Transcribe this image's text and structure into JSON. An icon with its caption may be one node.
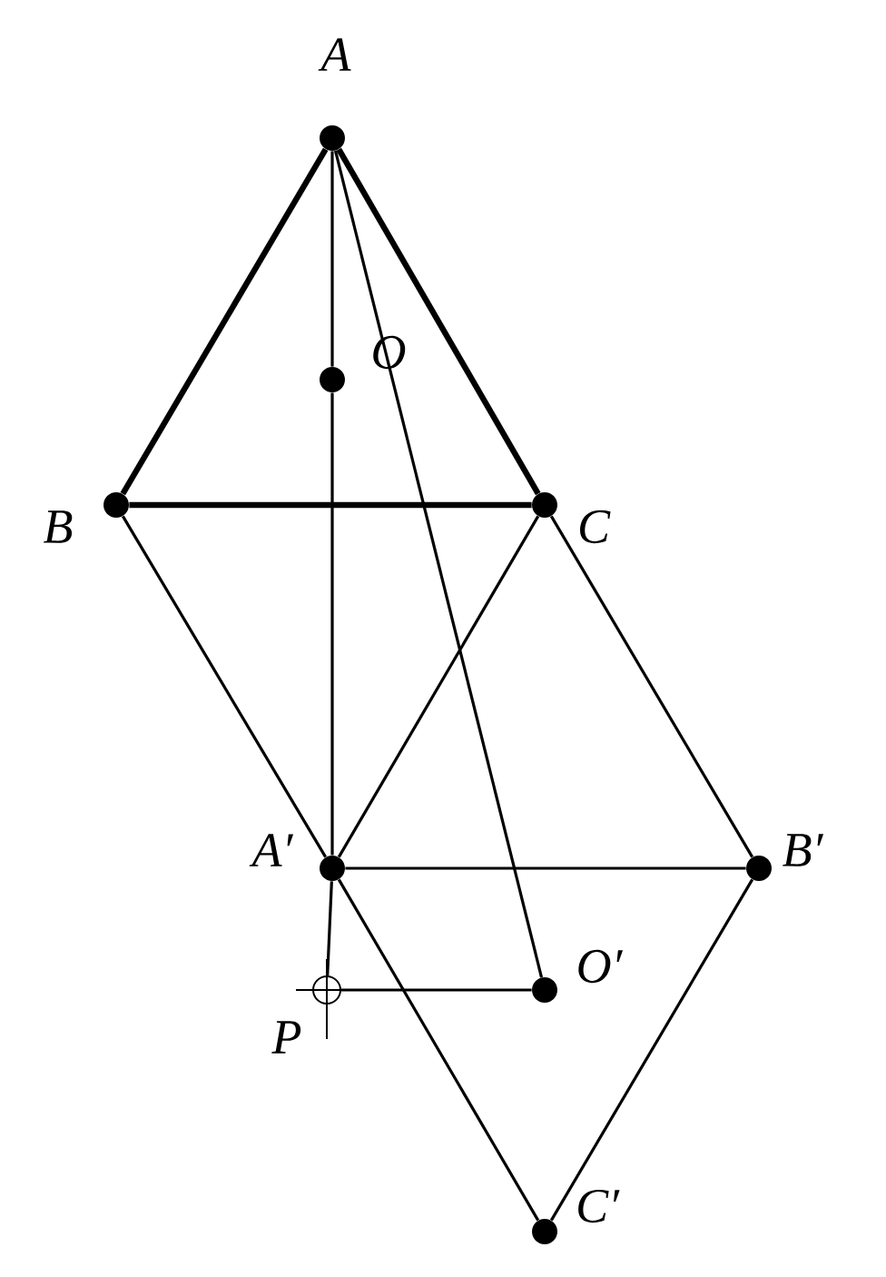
{
  "diagram": {
    "nodes": [
      {
        "text": [
          "A"
        ]
      },
      {
        "text": [
          "O"
        ]
      },
      {
        "text": [
          "B"
        ]
      },
      {
        "text": [
          "C"
        ]
      },
      {
        "text": [
          "A′"
        ]
      },
      {
        "text": [
          "B′"
        ]
      },
      {
        "text": [
          "P"
        ]
      },
      {
        "text": [
          "O′"
        ]
      },
      {
        "text": [
          "C′"
        ]
      }
    ],
    "edges": [
      {
        "from": 0,
        "to": 2,
        "arrow": "none",
        "style": "thick"
      },
      {
        "from": 0,
        "to": 3,
        "arrow": "none",
        "style": "thick"
      },
      {
        "from": 2,
        "to": 3,
        "arrow": "none",
        "style": "thick"
      },
      {
        "from": 0,
        "to": 1,
        "arrow": "none"
      },
      {
        "from": 1,
        "to": 4,
        "arrow": "none"
      },
      {
        "from": 4,
        "to": 6,
        "arrow": "none"
      },
      {
        "from": 0,
        "to": 7,
        "arrow": "none"
      },
      {
        "from": 2,
        "to": 4,
        "arrow": "none"
      },
      {
        "from": 3,
        "to": 4,
        "arrow": "none"
      },
      {
        "from": 3,
        "to": 5,
        "arrow": "none"
      },
      {
        "from": 4,
        "to": 5,
        "arrow": "none"
      },
      {
        "from": 4,
        "to": 8,
        "arrow": "none"
      },
      {
        "from": 5,
        "to": 8,
        "arrow": "none"
      },
      {
        "from": 6,
        "to": 7,
        "arrow": "none"
      }
    ]
  }
}
